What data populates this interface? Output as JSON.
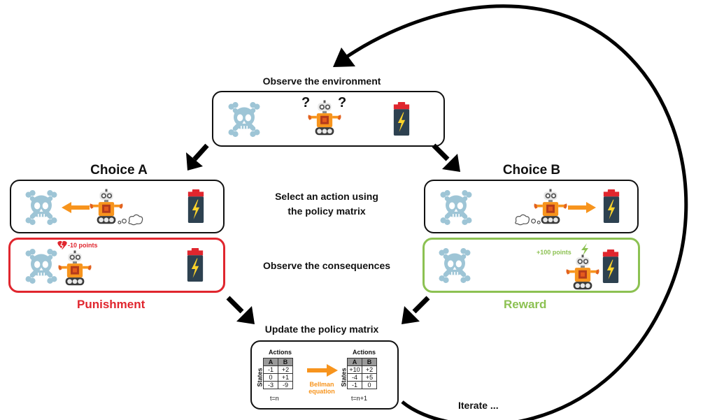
{
  "title": "Observe the environment",
  "choice_a": {
    "heading": "Choice A",
    "penalty": "-10 points",
    "outcome": "Punishment"
  },
  "choice_b": {
    "heading": "Choice B",
    "reward": "+100 points",
    "outcome": "Reward"
  },
  "observe_top": {
    "question_marks": [
      "?",
      "?"
    ]
  },
  "middle": {
    "select_action": [
      "Select an action using",
      "the policy matrix"
    ],
    "observe_consequences": "Observe the consequences"
  },
  "update": {
    "heading": "Update the policy matrix",
    "actions_label": "Actions",
    "states_label": "States",
    "columns": [
      "A",
      "B"
    ],
    "before": {
      "rows": [
        [
          "-1",
          "+2"
        ],
        [
          "0",
          "+1"
        ],
        [
          "-3",
          "-9"
        ]
      ],
      "time": "t=n"
    },
    "after": {
      "rows": [
        [
          "+10",
          "+2"
        ],
        [
          "-4",
          "+5"
        ],
        [
          "-1",
          "0"
        ]
      ],
      "time": "t=n+1"
    },
    "arrow_label": [
      "Bellman",
      "equation"
    ]
  },
  "iterate": "Iterate ...",
  "colors": {
    "punishment": "#e0262e",
    "reward": "#8cc152",
    "robot": "#f7941d",
    "skull": "#9ec5d6",
    "battery": "#2d4150",
    "lightning": "#ffd42a"
  },
  "icons": [
    "skull-icon",
    "robot-icon",
    "battery-icon",
    "arrow-icon",
    "thought-bubble-icon",
    "broken-heart-icon",
    "lightning-icon"
  ]
}
